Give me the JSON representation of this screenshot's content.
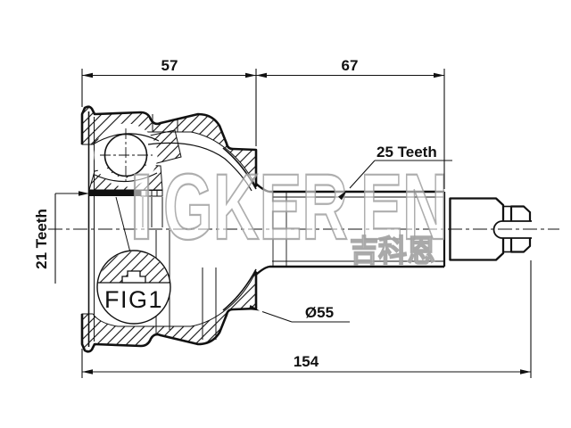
{
  "figure": {
    "label": "FIG1"
  },
  "dimensions": {
    "bell_width": "57",
    "shaft_length": "67",
    "overall_length": "154",
    "outer_spline_teeth": "25 Teeth",
    "inner_spline_teeth": "21 Teeth",
    "bell_diameter": "Ø55"
  },
  "watermark": {
    "mark_i": "I",
    "mark_main": "GKER",
    "mark_end": "EN",
    "cjk": "吉科恩"
  },
  "colors": {
    "line": "#111111",
    "watermark_stroke": "#9a9a9a",
    "background": "#ffffff"
  }
}
